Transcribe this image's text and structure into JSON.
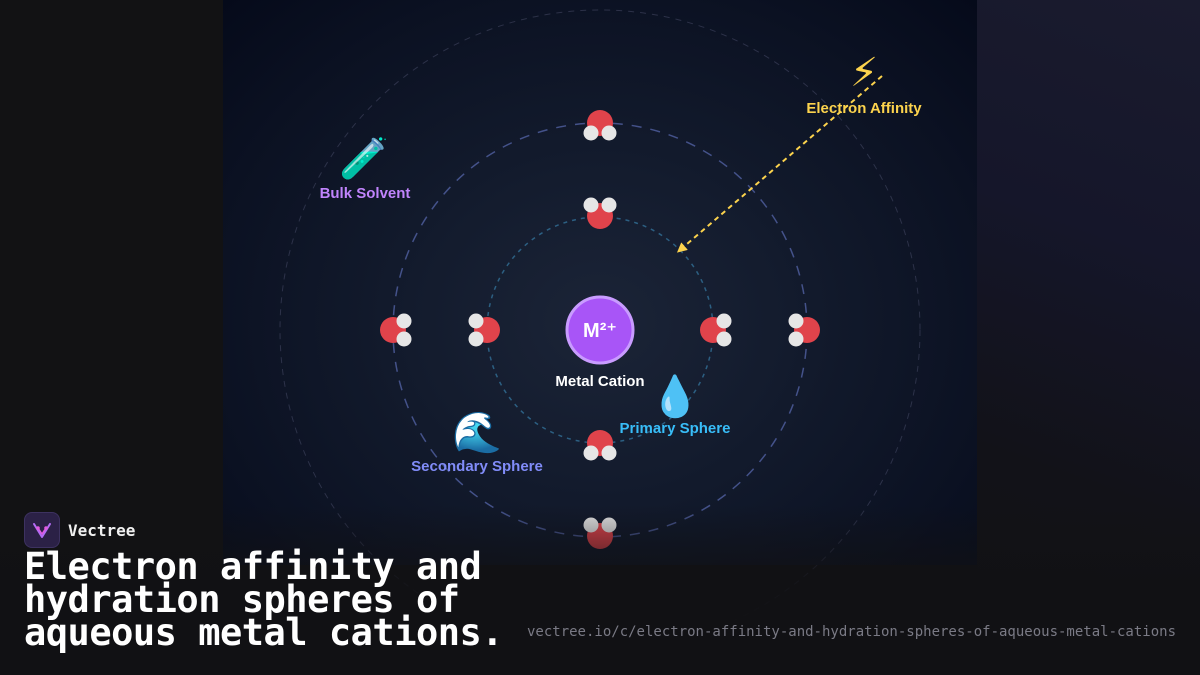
{
  "diagram": {
    "center_symbol": "M²⁺",
    "center_label": "Metal Cation",
    "labels": {
      "electron_affinity": "Electron Affinity",
      "bulk_solvent": "Bulk Solvent",
      "primary_sphere": "Primary Sphere",
      "secondary_sphere": "Secondary Sphere"
    },
    "icons": {
      "electron_affinity": "lightning-icon",
      "bulk_solvent": "test-tube-icon",
      "primary_sphere": "droplet-icon",
      "secondary_sphere": "wave-icon"
    },
    "glyphs": {
      "lightning": "⚡",
      "test_tube": "🧪",
      "droplet": "💧",
      "wave": "🌊"
    },
    "colors": {
      "cation": "#a855f7",
      "oxygen": "#e0434b",
      "hydrogen": "#e6e6e6",
      "electron_affinity": "#fcd34d",
      "bulk_solvent": "#c084fc",
      "primary_sphere": "#38bdf8",
      "secondary_sphere": "#818cf8"
    }
  },
  "footer": {
    "brand": "Vectree",
    "title": "Electron affinity and hydration spheres of aqueous metal cations.",
    "url": "vectree.io/c/electron-affinity-and-hydration-spheres-of-aqueous-metal-cations"
  }
}
